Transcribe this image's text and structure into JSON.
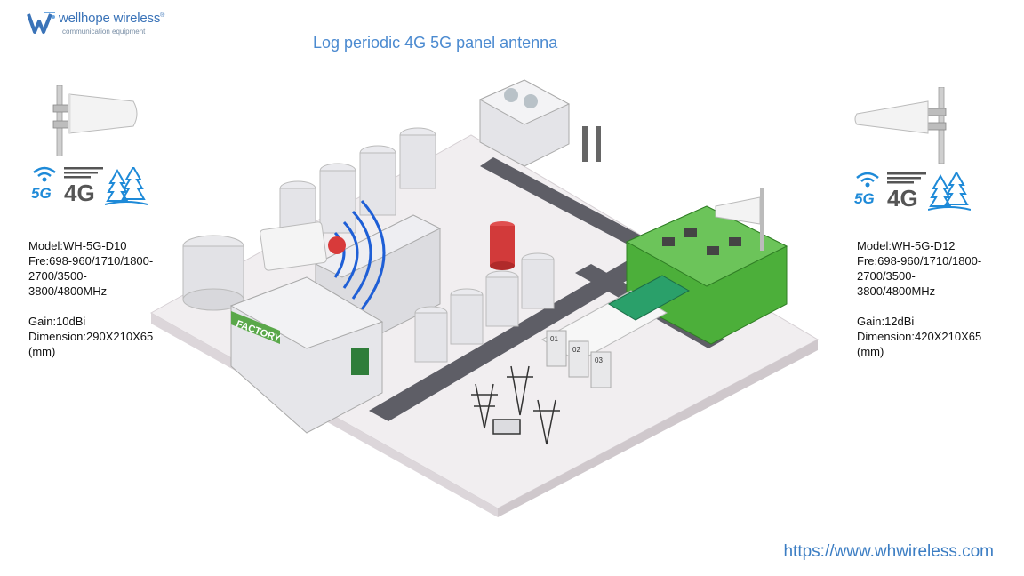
{
  "brand": {
    "name": "wellhope wireless",
    "registered": "®",
    "tagline": "communication equipment",
    "color": "#3a73b8"
  },
  "title": "Log periodic 4G 5G panel antenna",
  "badge": {
    "net5g": "5G",
    "net4g": "4G"
  },
  "left_product": {
    "model": "Model:WH-5G-D10",
    "freq_1": "Fre:698-960/1710/1800-",
    "freq_2": "2700/3500-",
    "freq_3": "3800/4800MHz",
    "gain": "Gain:10dBi",
    "dimension": "Dimension:290X210X65",
    "unit": "(mm)"
  },
  "right_product": {
    "model": "Model:WH-5G-D12",
    "freq_1": "Fre:698-960/1710/1800-",
    "freq_2": "2700/3500-",
    "freq_3": "3800/4800MHz",
    "gain": "Gain:12dBi",
    "dimension": "Dimension:420X210X65",
    "unit": "(mm)"
  },
  "scene": {
    "factory_sign": "FACTORY",
    "dock_1": "01",
    "dock_2": "02",
    "dock_3": "03"
  },
  "url": "https://www.whwireless.com",
  "colors": {
    "title": "#4b8ad0",
    "accent_green": "#4caf3a",
    "signal_blue": "#1f5fd6",
    "pine_blue": "#1e8ad8"
  }
}
